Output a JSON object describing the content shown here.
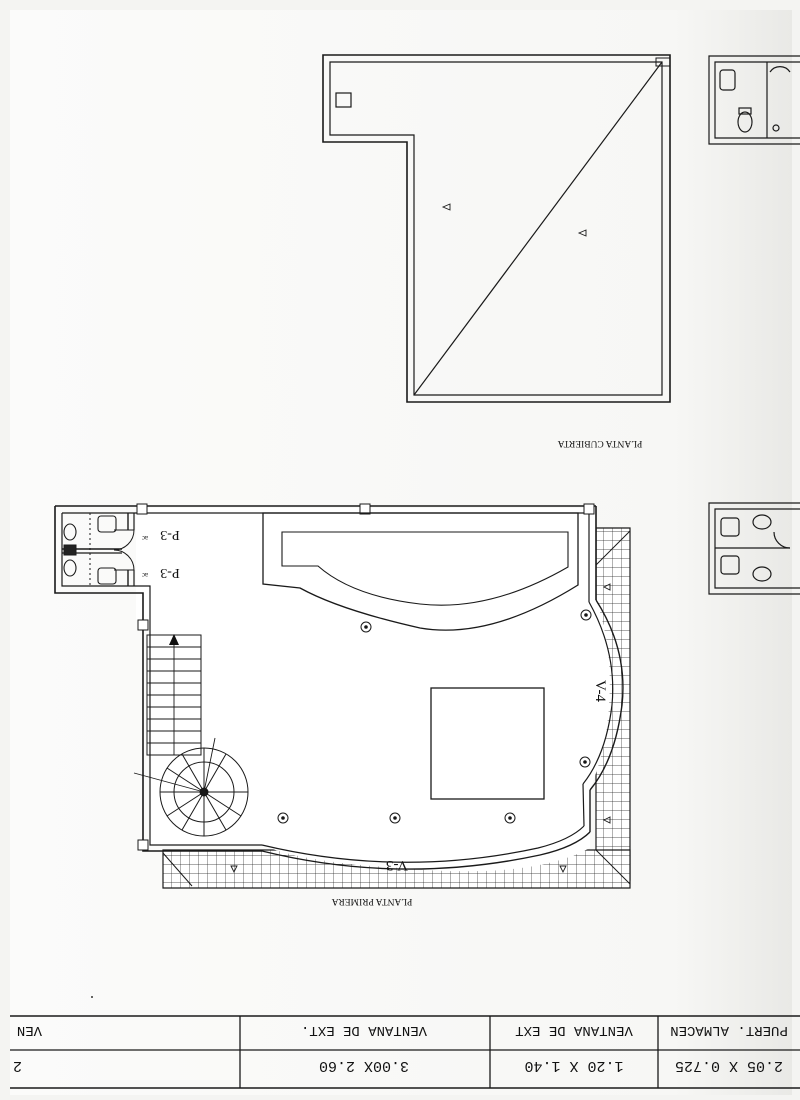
{
  "sheet": {
    "orientation": "rotated-180",
    "line_color": "#1a1a1a",
    "paper_color": "#ffffff"
  },
  "roof_plan": {
    "title": "PLANTA CUBIERTA"
  },
  "first_floor_plan": {
    "title": "PLANTA PRIMERA",
    "labels": {
      "window_curved_front": "V-3",
      "window_curved_side": "V-4",
      "door_upper": "P-3",
      "door_lower": "P-3"
    },
    "door_subscripts": {
      "upper": "ac",
      "lower": "ac"
    }
  },
  "schedule": {
    "headers": [
      "PUERT. ALMACEN",
      "VENTANA DE EXT",
      "VENTANA DE EXT.",
      "VEN"
    ],
    "sizes": [
      "2.05 X 0.725",
      "1.20 X 1.40",
      "3.00X 2.60",
      "2"
    ]
  }
}
